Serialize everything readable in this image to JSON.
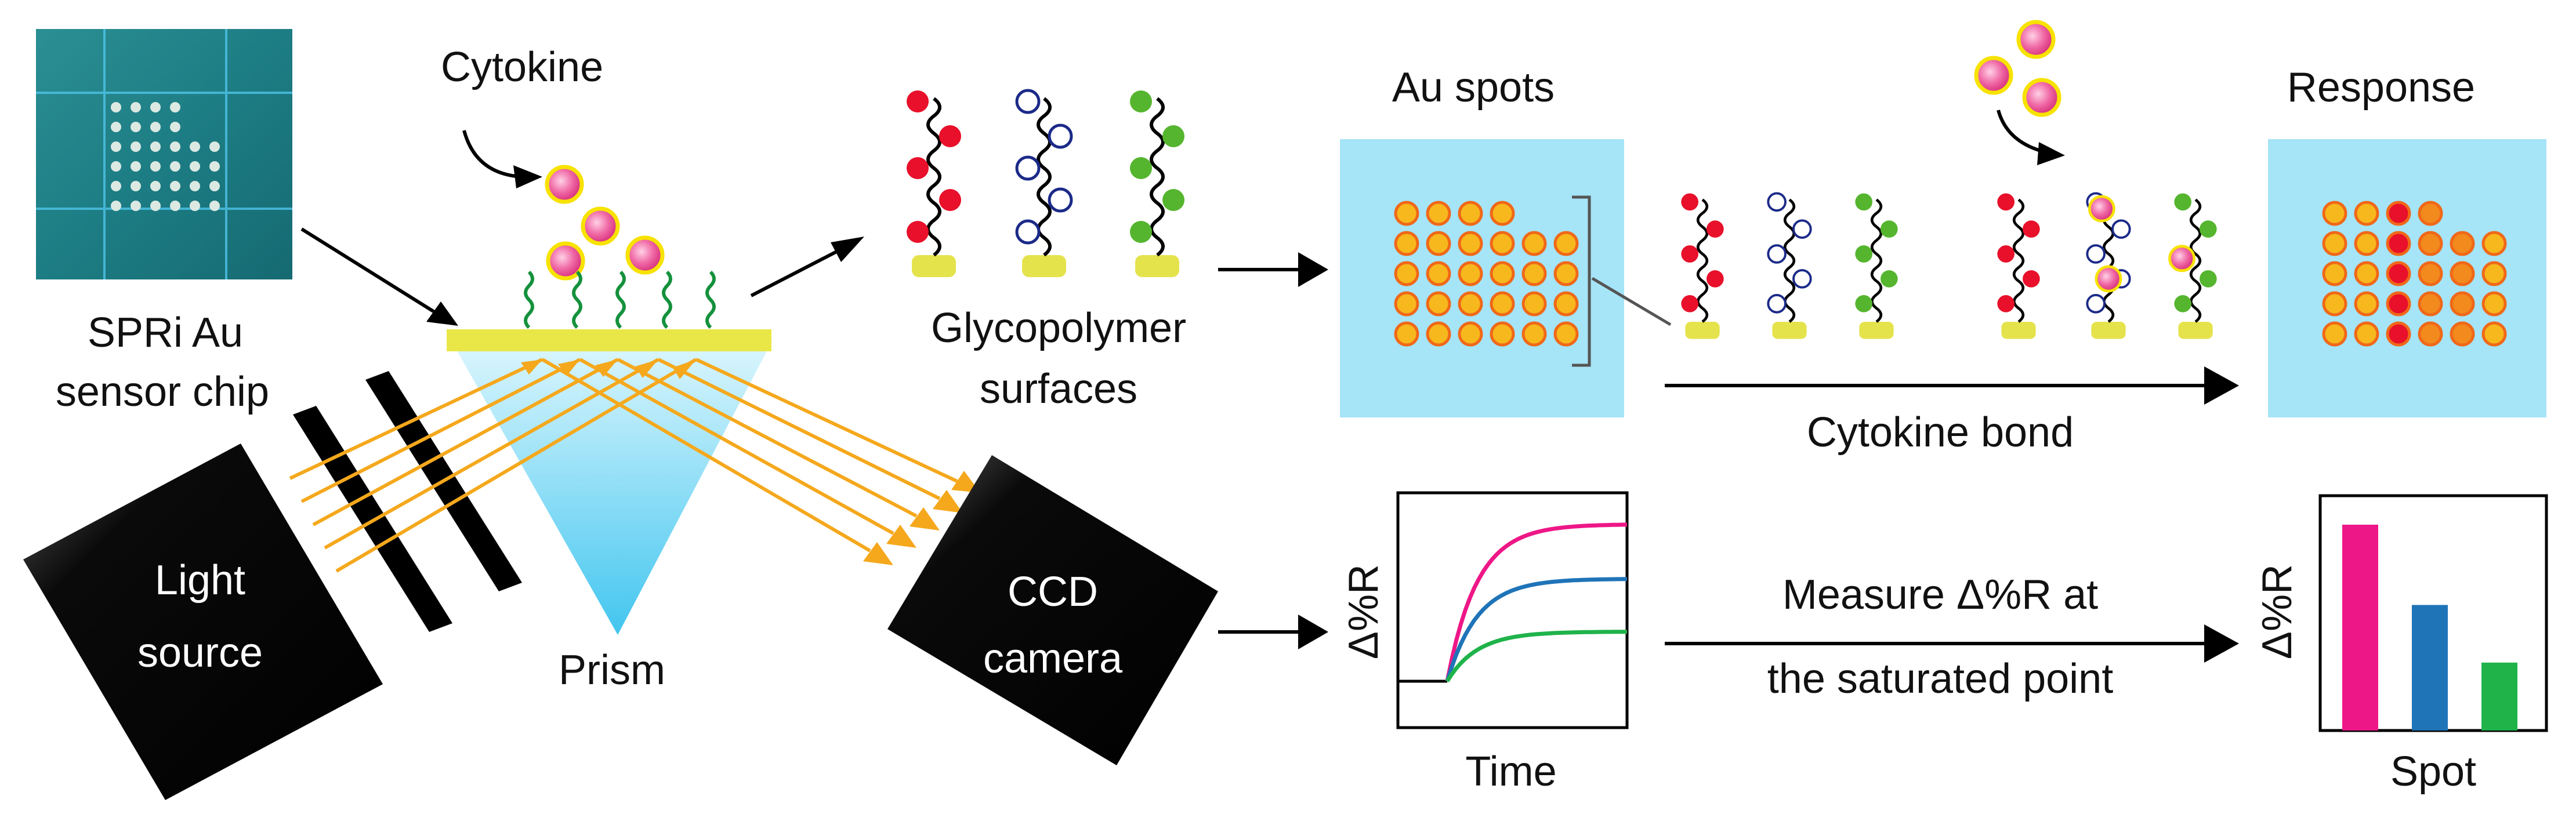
{
  "labels": {
    "cytokine": "Cytokine",
    "chip_line1": "SPRi Au",
    "chip_line2": "sensor chip",
    "light_line1": "Light",
    "light_line2": "source",
    "prism": "Prism",
    "ccd_line1": "CCD",
    "ccd_line2": "camera",
    "glyco_line1": "Glycopolymer",
    "glyco_line2": "surfaces",
    "au_spots": "Au spots",
    "response": "Response",
    "cytokine_bond": "Cytokine bond",
    "measure_line1": "Measure Δ%R at",
    "measure_line2": "the saturated point",
    "sensorgram_ylabel": "Δ%R",
    "sensorgram_xlabel": "Time",
    "bar_ylabel": "Δ%R",
    "bar_xlabel": "Spot"
  },
  "colors": {
    "red": "#e8102a",
    "blue": "#1b2a88",
    "green": "#55b52e",
    "pink": "#ee1787",
    "steel": "#1f74b8",
    "lightgreen": "#1fb34a",
    "panel": "#a6e4f7",
    "spot_fill": "#f7b81d",
    "spot_ring": "#f06818",
    "gold": "#e5e34c",
    "beam": "#f5a81c"
  },
  "sensorgram": {
    "series": [
      {
        "color": "pink",
        "level": 0.95
      },
      {
        "color": "steel",
        "level": 0.62
      },
      {
        "color": "lightgreen",
        "level": 0.3
      }
    ]
  },
  "bar_chart": {
    "values": [
      1.0,
      0.61,
      0.33
    ],
    "colors": [
      "pink",
      "steel",
      "lightgreen"
    ]
  }
}
